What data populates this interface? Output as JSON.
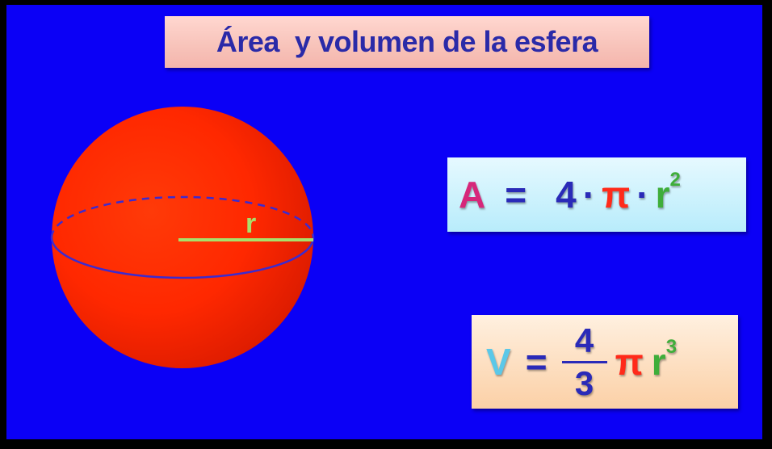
{
  "title": "Área  y volumen de la esfera",
  "radius_label": "r",
  "area_formula": {
    "lhs": "A",
    "equals": "=",
    "coefficient": "4",
    "dot1": "·",
    "pi": "π",
    "dot2": "·",
    "var": "r",
    "exponent": "2"
  },
  "volume_formula": {
    "lhs": "V",
    "equals": "=",
    "numerator": "4",
    "denominator": "3",
    "pi": "π",
    "var": "r",
    "exponent": "3"
  },
  "colors": {
    "background": "#0b00f6",
    "sphere": "#ff2a00",
    "title_text": "#2a2aa8",
    "area_letter": "#d6277a",
    "volume_letter": "#5bc8e8",
    "pi": "#ff2a1a",
    "radius_var": "#3fae3a",
    "numbers": "#2a2ab8"
  }
}
